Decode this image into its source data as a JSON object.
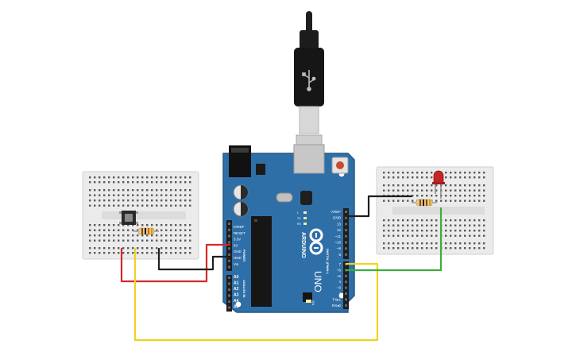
{
  "colors": {
    "board": "#2f6fa8",
    "board_dark": "#24588a",
    "breadboard": "#ececec",
    "hole": "#5a5a5a",
    "wire_red": "#d42a2a",
    "wire_black": "#1e1e1e",
    "wire_yellow": "#f2d21c",
    "wire_green": "#3cae3c",
    "led": "#c42424"
  },
  "board": {
    "brand": "ARDUINO",
    "model": "UNO",
    "on_label": "ON",
    "power_section_label": "POWER",
    "analog_section_label": "ANALOG IN",
    "digital_section_label": "DIGITAL (PWM~)",
    "digital_pins": [
      "AREF",
      "GND",
      "13",
      "12",
      "~11",
      "~10",
      "~9",
      "8",
      "7",
      "~6",
      "~5",
      "4",
      "~3",
      "2",
      "TX▸1",
      "RX◂0"
    ],
    "power_pins": [
      "IOREF",
      "RESET",
      "3.3V",
      "5V",
      "GND",
      "GND",
      "Vin"
    ],
    "analog_pins": [
      "A0",
      "A1",
      "A2",
      "A3",
      "A4",
      "A5"
    ],
    "led_labels": [
      "L",
      "TX",
      "RX"
    ]
  },
  "components": {
    "usb_cable": "usb-plug-icon",
    "pushbutton": "pushbutton-icon",
    "resistor": "resistor-icon",
    "led": "led-icon"
  }
}
